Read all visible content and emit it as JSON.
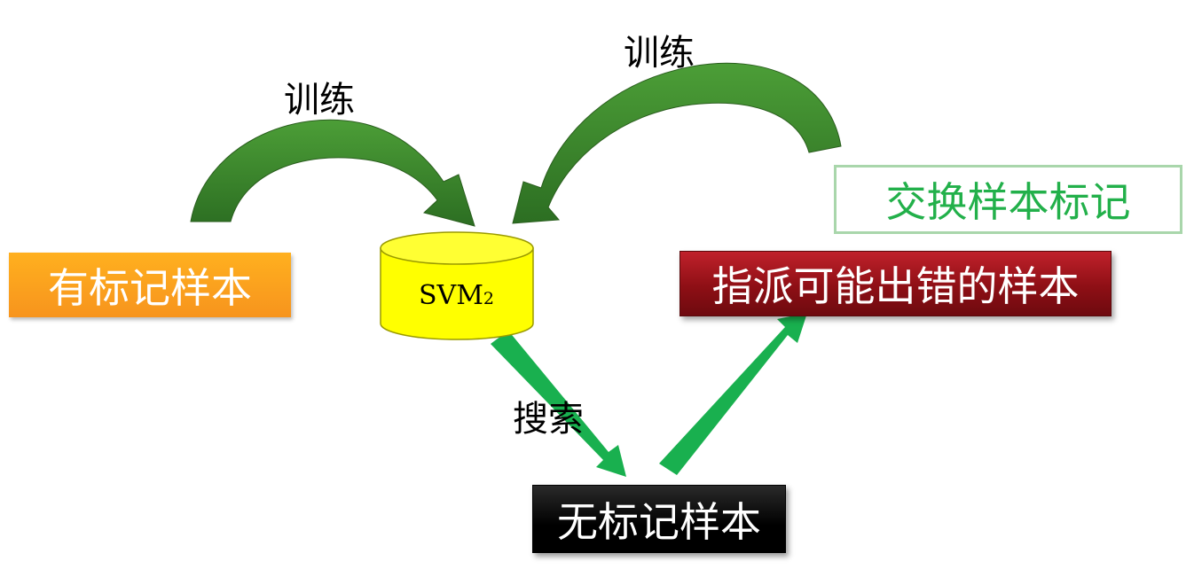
{
  "nodes": {
    "labeled_samples": "有标记样本",
    "svm": {
      "main": "SVM",
      "subscript": "2"
    },
    "swap_labels": "交换样本标记",
    "suspect_samples": "指派可能出错的样本",
    "unlabeled_samples": "无标记样本"
  },
  "edges": {
    "train_left": "训练",
    "train_right": "训练",
    "search": "搜索"
  },
  "colors": {
    "curved_arrow": "#3a8a2c",
    "straight_arrow": "#19b04f",
    "svm_fill": "#ffff00",
    "labeled_fill": "#f7941d",
    "suspect_fill": "#8e0f15",
    "swap_border": "#a9d6ab",
    "swap_text": "#22b04a"
  }
}
